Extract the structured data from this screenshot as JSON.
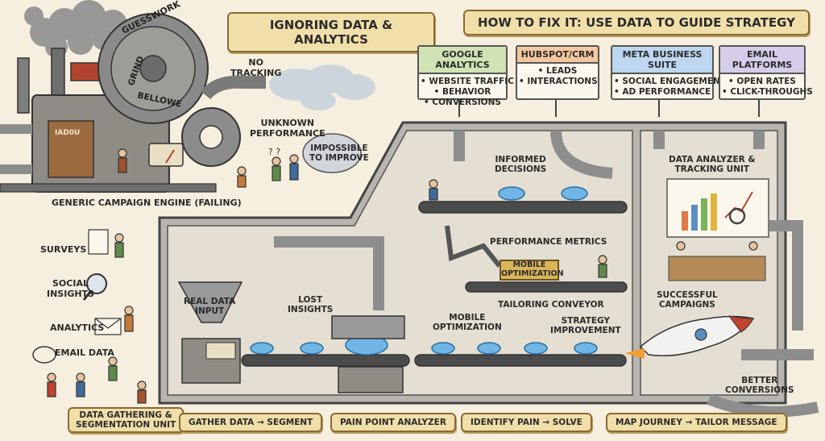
{
  "banners": {
    "left": "IGNORING DATA & ANALYTICS",
    "right": "HOW TO FIX IT: USE DATA TO GUIDE STRATEGY"
  },
  "engine": {
    "gear_words": [
      "GUESSWORK",
      "GRIND",
      "BELLOWE"
    ],
    "no_tracking": "NO\nTRACKING",
    "unknown_performance": "UNKNOWN\nPERFORMANCE",
    "impossible": "IMPOSSIBLE\nTO IMPROVE",
    "caption": "GENERIC CAMPAIGN ENGINE (FAILING)",
    "panel_label": "IAD0U"
  },
  "sources": [
    {
      "title": "GOOGLE ANALYTICS",
      "items": "• WEBSITE TRAFFIC\n• BEHAVIOR\n• CONVERSIONS",
      "color": "#cfe3b4"
    },
    {
      "title": "HUBSPOT/CRM",
      "items": "• LEADS\n• INTERACTIONS",
      "color": "#f3c7a0"
    },
    {
      "title": "META BUSINESS SUITE",
      "items": "• SOCIAL ENGAGEMENT\n• AD PERFORMANCE",
      "color": "#bcd7ef"
    },
    {
      "title": "EMAIL PLATFORMS",
      "items": "• OPEN RATES\n• CLICK-THROUGHS",
      "color": "#d6cdea"
    }
  ],
  "inputs": {
    "surveys": "SURVEYS",
    "social_insights": "SOCIAL\nINSIGHTS",
    "analytics": "ANALYTICS",
    "email_data": "EMAIL DATA"
  },
  "factory": {
    "real_data_input": "REAL DATA\nINPUT",
    "lost_insights": "LOST\nINSIGHTS",
    "mobile_optimization_floor": "MOBILE\nOPTIMIZATION",
    "strategy_improvement": "STRATEGY\nIMPROVEMENT",
    "informed_decisions": "INFORMED\nDECISIONS",
    "performance_metrics": "PERFORMANCE METRICS",
    "mobile_optimization_tag": "MOBILE\nOPTIMIZATION",
    "tailoring_conveyor": "TAILORING CONVEYOR",
    "analyzer_unit": "DATA ANALYZER &\nTRACKING UNIT",
    "successful_campaigns": "SUCCESSFUL\nCAMPAIGNS",
    "better_conversions": "BETTER\nCONVERSIONS"
  },
  "captions": {
    "gathering_unit": "DATA GATHERING &\nSEGMENTATION UNIT",
    "gather": "GATHER DATA → SEGMENT",
    "pain_point": "PAIN POINT ANALYZER",
    "identify": "IDENTIFY PAIN → SOLVE",
    "map": "MAP JOURNEY → TAILOR MESSAGE"
  }
}
